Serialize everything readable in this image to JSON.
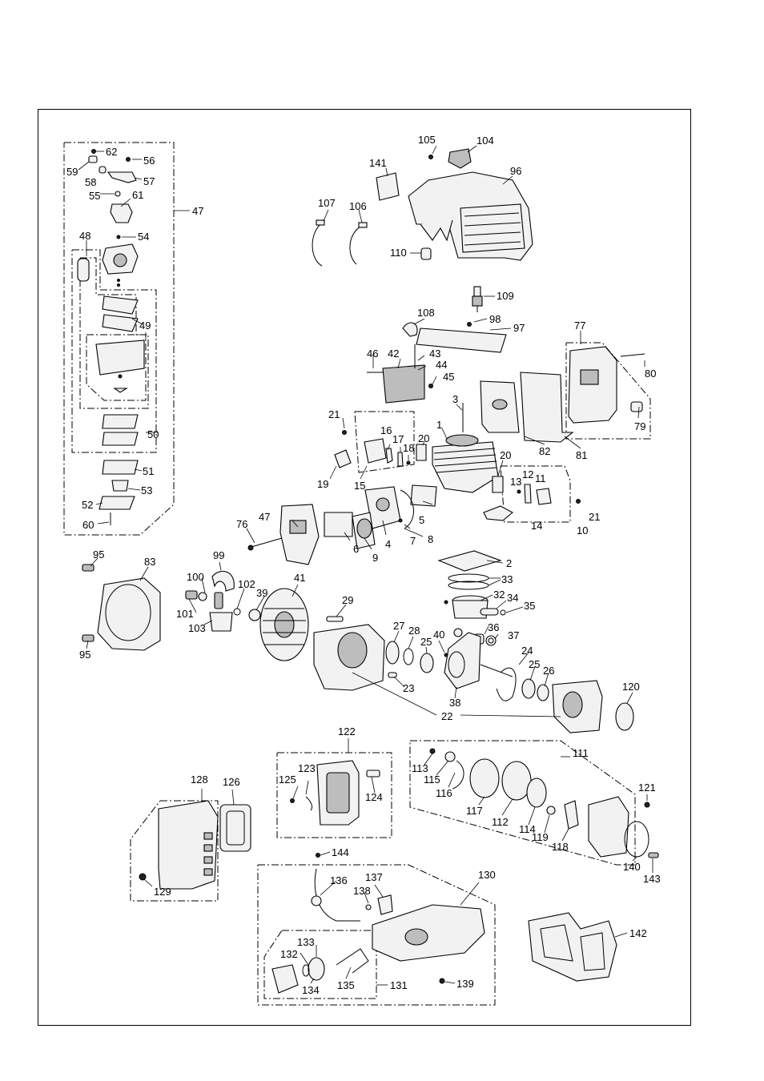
{
  "labels": [
    "1",
    "2",
    "3",
    "4",
    "5",
    "6",
    "7",
    "8",
    "9",
    "10",
    "11",
    "12",
    "13",
    "14",
    "15",
    "16",
    "17",
    "18",
    "19",
    "20",
    "20",
    "21",
    "21",
    "22",
    "23",
    "24",
    "25",
    "25",
    "26",
    "27",
    "28",
    "29",
    "32",
    "33",
    "34",
    "35",
    "36",
    "37",
    "38",
    "39",
    "40",
    "41",
    "42",
    "43",
    "44",
    "45",
    "46",
    "47",
    "47",
    "48",
    "49",
    "50",
    "51",
    "52",
    "53",
    "54",
    "55",
    "56",
    "57",
    "58",
    "59",
    "60",
    "61",
    "62",
    "76",
    "77",
    "79",
    "80",
    "81",
    "82",
    "83",
    "95",
    "95",
    "96",
    "97",
    "98",
    "99",
    "100",
    "101",
    "102",
    "103",
    "104",
    "105",
    "106",
    "107",
    "108",
    "109",
    "110",
    "111",
    "112",
    "113",
    "114",
    "115",
    "116",
    "117",
    "118",
    "119",
    "120",
    "121",
    "122",
    "123",
    "124",
    "125",
    "126",
    "128",
    "129",
    "130",
    "131",
    "132",
    "133",
    "134",
    "135",
    "136",
    "137",
    "138",
    "139",
    "140",
    "141",
    "142",
    "143",
    "144"
  ]
}
